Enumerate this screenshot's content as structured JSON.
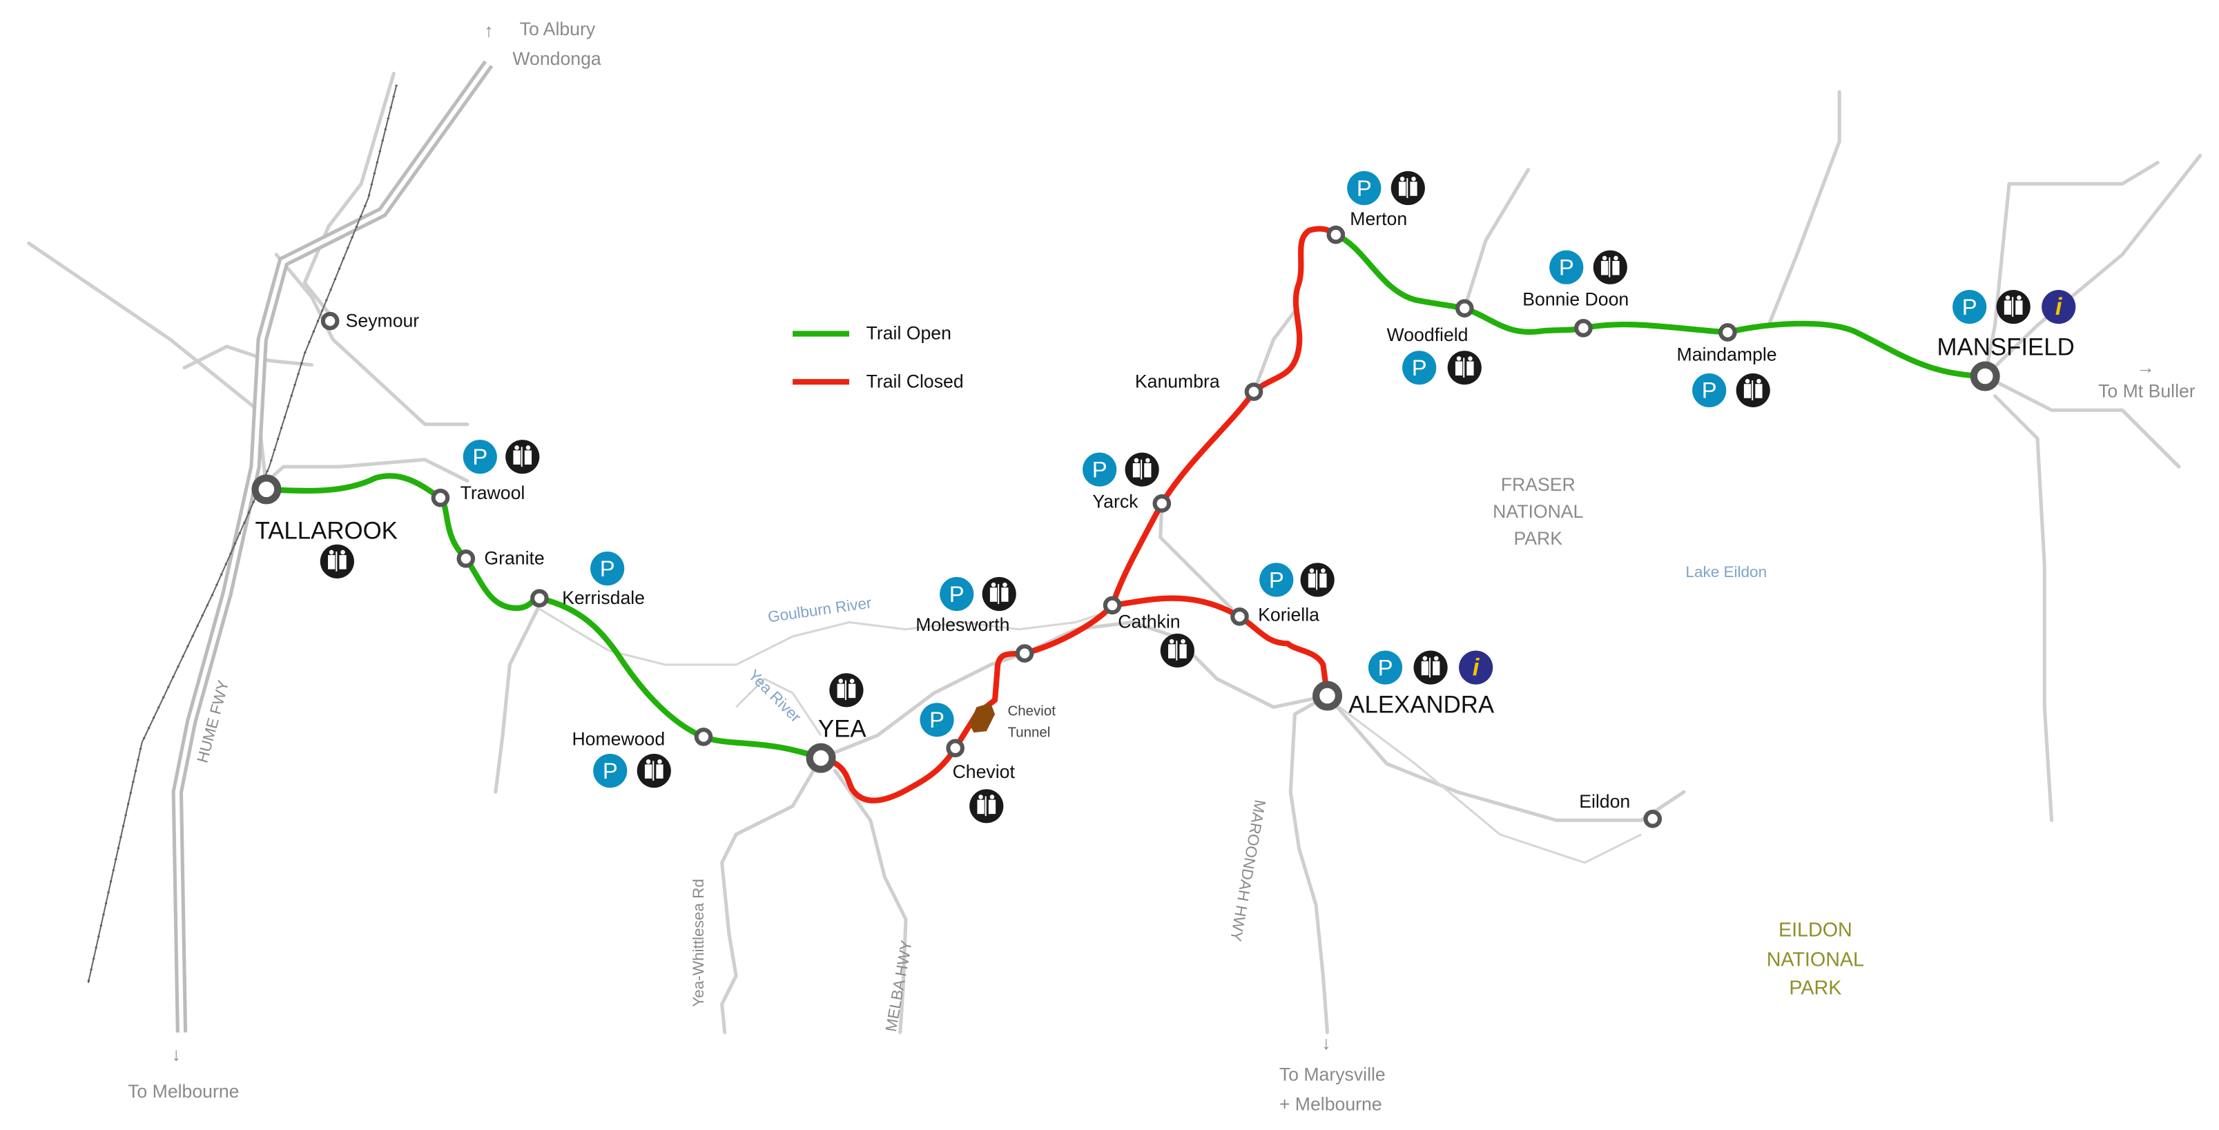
{
  "colors": {
    "open": "#22b00a",
    "closed": "#ec2211",
    "parking": "#0a8fc0",
    "toilet": "#1a1a1a",
    "info": "#2c2f8a",
    "road": "#cfcfcf",
    "tunnel": "#8b4a0c",
    "water_label": "#7fa4c8",
    "park_label": "#8f8f2a"
  },
  "legend": {
    "open": "Trail Open",
    "closed": "Trail Closed"
  },
  "towns": {
    "tallarook": "TALLAROOK",
    "yea": "YEA",
    "alexandra": "ALEXANDRA",
    "mansfield": "MANSFIELD"
  },
  "stations": {
    "seymour": "Seymour",
    "trawool": "Trawool",
    "granite": "Granite",
    "kerrisdale": "Kerrisdale",
    "homewood": "Homewood",
    "molesworth": "Molesworth",
    "cheviot": "Cheviot",
    "cathkin": "Cathkin",
    "koriella": "Koriella",
    "yarck": "Yarck",
    "kanumbra": "Kanumbra",
    "merton": "Merton",
    "woodfield": "Woodfield",
    "bonnie_doon": "Bonnie Doon",
    "maindample": "Maindample",
    "eildon": "Eildon"
  },
  "tunnel": {
    "line1": "Cheviot",
    "line2": "Tunnel"
  },
  "regions": {
    "fraser": [
      "FRASER",
      "NATIONAL",
      "PARK"
    ],
    "eildon": [
      "EILDON",
      "NATIONAL",
      "PARK"
    ],
    "lake": "Lake Eildon",
    "goulburn": "Goulburn River",
    "yea_river": "Yea River"
  },
  "roads": {
    "hume": "HUME FWY",
    "yea_whittlesea": "Yea-Whittlesea Rd",
    "melba": "MELBA HWY",
    "maroondah": "MAROONDAH HWY"
  },
  "directions": {
    "albury": [
      "To Albury",
      "Wondonga"
    ],
    "melbourne": "To Melbourne",
    "mt_buller": "To Mt Buller",
    "marysville": [
      "To Marysville",
      "+ Melbourne"
    ],
    "arrow_up": "↑",
    "arrow_down": "↓",
    "arrow_right": "→"
  },
  "icons": {
    "parking": "P",
    "info": "i"
  }
}
